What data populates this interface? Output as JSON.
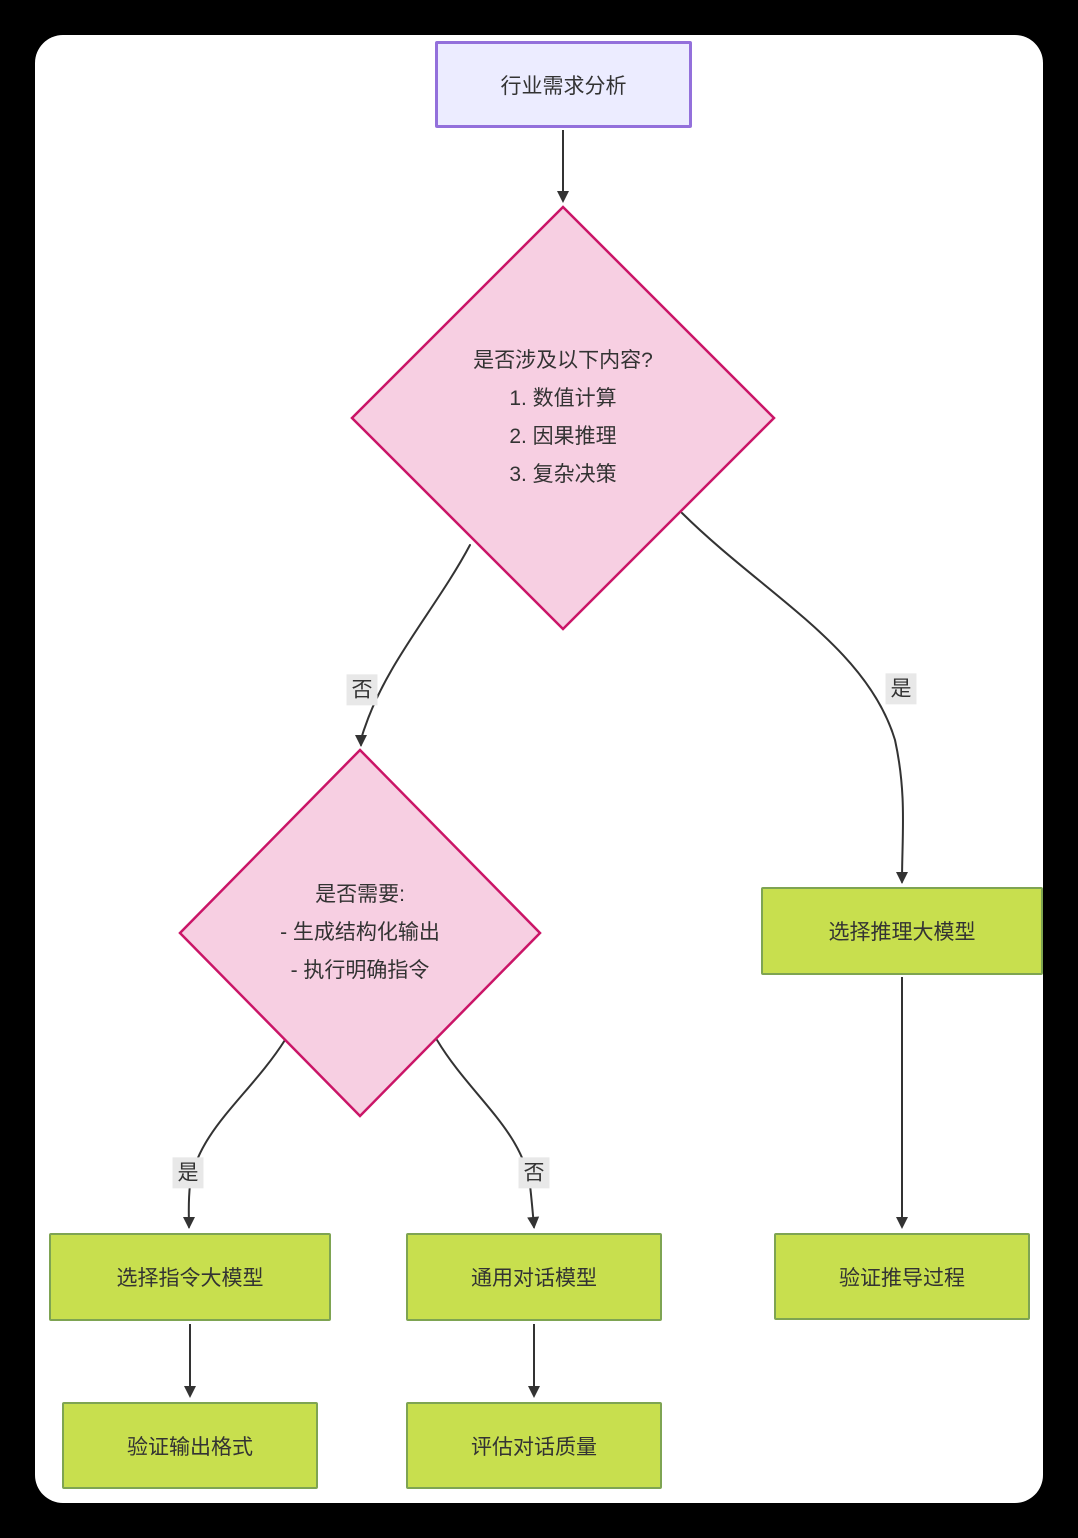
{
  "diagram": {
    "type": "flowchart",
    "direction": "top-down",
    "nodes": {
      "start": {
        "label": "行业需求分析",
        "shape": "rect",
        "style": "purple"
      },
      "decision1": {
        "shape": "diamond",
        "style": "pink",
        "lines": [
          "是否涉及以下内容?",
          "1. 数值计算",
          "2. 因果推理",
          "3. 复杂决策"
        ]
      },
      "decision2": {
        "shape": "diamond",
        "style": "pink",
        "lines": [
          "是否需要:",
          "- 生成结构化输出",
          "- 执行明确指令"
        ]
      },
      "reasoning_model": {
        "label": "选择推理大模型",
        "shape": "rect",
        "style": "green"
      },
      "instruction_model": {
        "label": "选择指令大模型",
        "shape": "rect",
        "style": "green"
      },
      "chat_model": {
        "label": "通用对话模型",
        "shape": "rect",
        "style": "green"
      },
      "verify_output": {
        "label": "验证输出格式",
        "shape": "rect",
        "style": "green"
      },
      "evaluate_chat": {
        "label": "评估对话质量",
        "shape": "rect",
        "style": "green"
      },
      "verify_reasoning": {
        "label": "验证推导过程",
        "shape": "rect",
        "style": "green"
      }
    },
    "edges": [
      {
        "from": "start",
        "to": "decision1",
        "label": ""
      },
      {
        "from": "decision1",
        "to": "decision2",
        "label": "否"
      },
      {
        "from": "decision1",
        "to": "reasoning_model",
        "label": "是"
      },
      {
        "from": "decision2",
        "to": "instruction_model",
        "label": "是"
      },
      {
        "from": "decision2",
        "to": "chat_model",
        "label": "否"
      },
      {
        "from": "instruction_model",
        "to": "verify_output",
        "label": ""
      },
      {
        "from": "chat_model",
        "to": "evaluate_chat",
        "label": ""
      },
      {
        "from": "reasoning_model",
        "to": "verify_reasoning",
        "label": ""
      }
    ],
    "edge_labels": {
      "no1": "否",
      "yes1": "是",
      "yes2": "是",
      "no2": "否"
    },
    "colors": {
      "page_background": "#000000",
      "canvas_background": "#FFFFFF",
      "start_fill": "#ECECFF",
      "start_border": "#9370DB",
      "decision_fill": "#F7CFE2",
      "decision_border": "#CA1567",
      "action_fill": "#C8DF4E",
      "action_border": "#7EA452",
      "edge_stroke": "#333333",
      "edge_label_background": "#E8E8E8",
      "text": "#333333"
    }
  }
}
